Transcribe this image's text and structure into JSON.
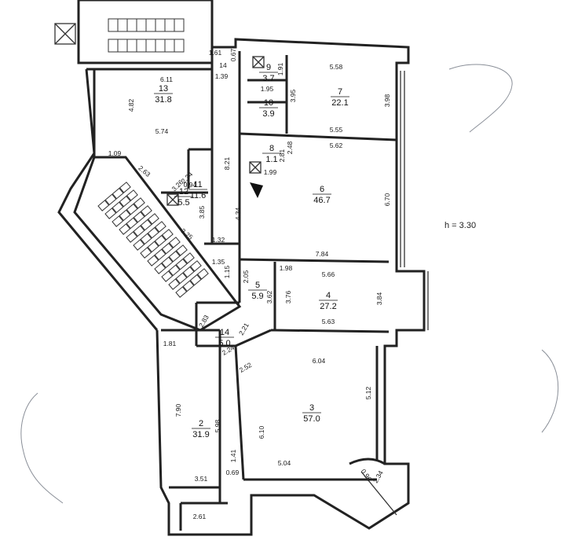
{
  "height_note": "h = 3.30",
  "rooms": [
    {
      "id": "r2",
      "no": "2",
      "area": "31.9"
    },
    {
      "id": "r3",
      "no": "3",
      "area": "57.0"
    },
    {
      "id": "r4",
      "no": "4",
      "area": "27.2"
    },
    {
      "id": "r5",
      "no": "5",
      "area": "5.9"
    },
    {
      "id": "r6",
      "no": "6",
      "area": "46.7"
    },
    {
      "id": "r7",
      "no": "7",
      "area": "22.1"
    },
    {
      "id": "r8",
      "no": "8",
      "area": "1.1"
    },
    {
      "id": "r9",
      "no": "9",
      "area": "3.7"
    },
    {
      "id": "r10",
      "no": "10",
      "area": "3.9"
    },
    {
      "id": "r11",
      "no": "11",
      "area": "11.6"
    },
    {
      "id": "r12",
      "no": "12",
      "area": "5.5"
    },
    {
      "id": "r13",
      "no": "13",
      "area": "31.8"
    },
    {
      "id": "r14",
      "no": "14",
      "area": "5.0"
    }
  ],
  "dims": [
    "1.61",
    "0.67",
    "14",
    "1.39",
    "1.91",
    "5.58",
    "6.11",
    "3.95",
    "3.98",
    "1.95",
    "4.82",
    "5.74",
    "5.55",
    "1.09",
    "2.63",
    "2.34",
    "0.94",
    "3.26",
    "2.48",
    "2.81",
    "1.99",
    "5.62",
    "8.21",
    "3.85",
    "4.34",
    "6.70",
    "1.32",
    "3.25",
    "7.84",
    "1.35",
    "1.98",
    "5.66",
    "1.15",
    "2.05",
    "3.62",
    "3.76",
    "3.84",
    "5.63",
    "2.83",
    "2.21",
    "2.24",
    "1.81",
    "6.04",
    "2.52",
    "5.12",
    "7.90",
    "5.98",
    "6.10",
    "1.41",
    "0.69",
    "5.04",
    "0.96",
    "2.34",
    "3.51",
    "2.61"
  ]
}
